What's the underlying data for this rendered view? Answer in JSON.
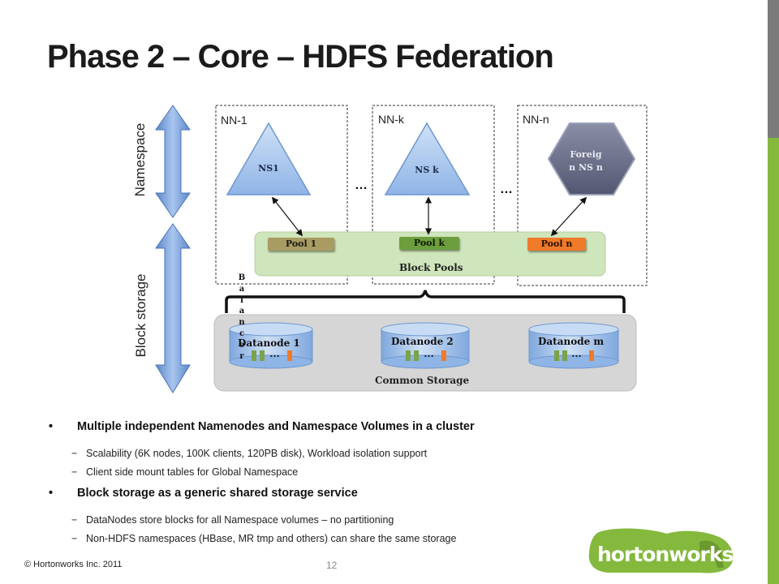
{
  "slide": {
    "title": "Phase 2 – Core – HDFS Federation",
    "side_labels": {
      "namespace": "Namespace",
      "block_storage": "Block storage"
    }
  },
  "diagram": {
    "namenodes": [
      {
        "label": "NN-1",
        "ns_label": "NS1",
        "pool_label": "Pool 1"
      },
      {
        "label": "NN-k",
        "ns_label": "NS k",
        "pool_label": "Pool k"
      },
      {
        "label": "NN-n",
        "ns_label": "Foreig n NS n",
        "ns_line1": "Foreig",
        "ns_line2": "n NS n",
        "pool_label": "Pool n"
      }
    ],
    "ellipsis": "…",
    "block_pools_label": "Block Pools",
    "balancer_letters": [
      "B",
      "a",
      "l",
      "a",
      "n",
      "c",
      "e",
      "r"
    ],
    "datanodes": [
      {
        "label": "Datanode 1",
        "dots": "…"
      },
      {
        "label": "Datanode 2",
        "dots": "…"
      },
      {
        "label": "Datanode m",
        "dots": "…"
      }
    ],
    "common_storage_label": "Common Storage",
    "colors": {
      "triangle": "#a8c8ee",
      "hexagon": "#6b6f85",
      "pool1": "#a89c62",
      "poolk": "#6c9e3d",
      "pooln": "#ef7a2a",
      "block_pool_band": "#cfe5bb",
      "common_storage": "#d6d6d6",
      "arrow": "#7ea6e0",
      "bar_green": "#7aa34a",
      "bar_orange": "#f07a2a"
    }
  },
  "bullets": [
    {
      "text": "Multiple independent Namenodes and Namespace Volumes in a cluster",
      "subs": [
        "Scalability (6K nodes, 100K clients, 120PB disk), Workload isolation support",
        "Client side mount tables for Global Namespace"
      ]
    },
    {
      "text": "Block storage as a generic shared storage service",
      "subs": [
        "DataNodes store blocks for all Namespace volumes – no partitioning",
        "Non-HDFS namespaces (HBase, MR tmp and others) can share the same storage"
      ]
    }
  ],
  "bullet_char": "•",
  "sub_char": "−",
  "footer": {
    "copyright": "© Hortonworks Inc. 2011",
    "page": "12",
    "logo_text": "hortonworks"
  }
}
